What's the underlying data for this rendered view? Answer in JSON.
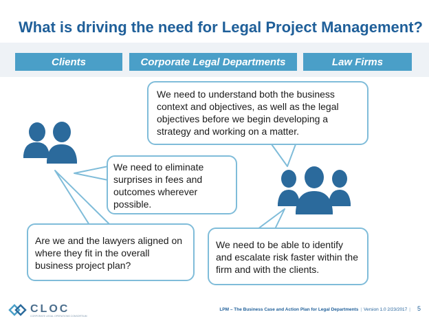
{
  "slide": {
    "title": "What is driving the need for Legal Project Management?"
  },
  "headers": [
    {
      "label": "Clients"
    },
    {
      "label": "Corporate Legal  Departments"
    },
    {
      "label": "Law Firms"
    }
  ],
  "bubbles": {
    "understand": "We need to understand both the business context and objectives, as well as the legal objectives before we begin developing a strategy and working on a matter.",
    "eliminate": "We need to eliminate surprises in fees and outcomes wherever possible.",
    "aligned": "Are we and the lawyers aligned on where they fit in the overall business project plan?",
    "escalate": "We need to be able to identify and escalate risk faster within the firm and with the clients."
  },
  "footer": {
    "doc_title": "LPM – The Business Case and Action Plan for Legal Departments",
    "version": "Version 1.0 2/23/2017",
    "page_number": "5"
  },
  "logo": {
    "name": "CLOC",
    "tagline": "CORPORATE LEGAL OPERATIONS CONSORTIUM"
  },
  "colors": {
    "title": "#1f5f99",
    "header_fill": "#4a9fc8",
    "bubble_border": "#7fbcd9",
    "person_icon": "#2b6a9c"
  },
  "icons": {
    "left_group": "two-people-icon",
    "right_group": "three-people-icon",
    "logo": "cloc-diamond-icon"
  }
}
